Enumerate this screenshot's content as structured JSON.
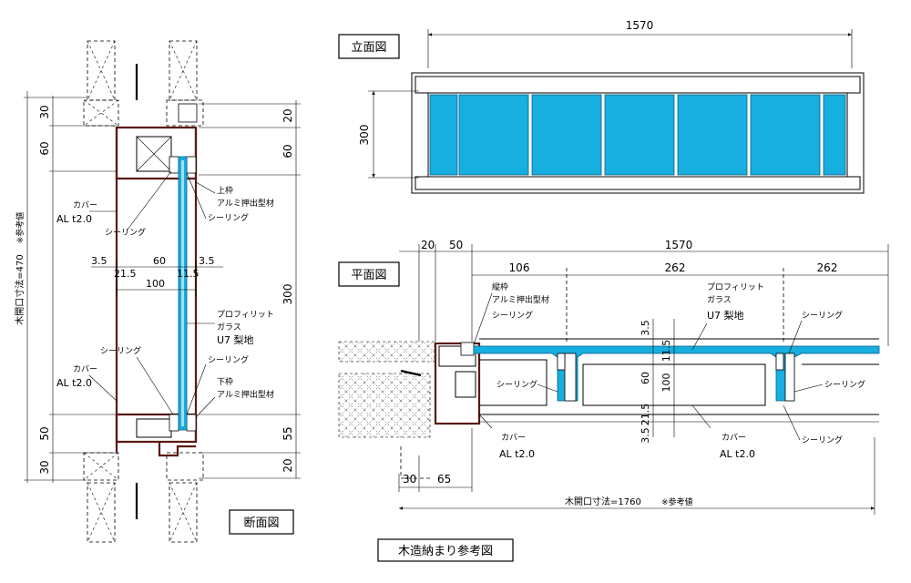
{
  "titles": {
    "elevation": "立面図",
    "plan": "平面図",
    "section": "断面図",
    "main": "木造納まり参考図"
  },
  "elevation": {
    "width_dim": "1570",
    "height_dim": "300"
  },
  "section": {
    "dims_right": [
      "20",
      "60",
      "300",
      "55",
      "20"
    ],
    "dims_left": [
      "30",
      "60",
      "50",
      "30"
    ],
    "opening_label": "木開口寸法=470",
    "ref_note": "※参考値",
    "mid_dims": [
      "3.5",
      "21.5",
      "60",
      "11.5",
      "3.5"
    ],
    "width_100": "100",
    "labels": {
      "cover_top": "カバー",
      "cover_top_al": "AL t2.0",
      "sealing_1": "シーリング",
      "upper_frame": "上枠",
      "upper_frame_al": "アルミ押出型材",
      "sealing_2": "シーリング",
      "profilit": "プロフィリット",
      "glass": "ガラス",
      "u7": "U7 梨地",
      "sealing_3": "シーリング",
      "cover_bottom": "カバー",
      "cover_bottom_al": "AL t2.0",
      "sealing_4": "シーリング",
      "lower_frame": "下枠",
      "lower_frame_al": "アルミ押出型材"
    }
  },
  "plan": {
    "dims_top": [
      "20",
      "50",
      "1570"
    ],
    "dims_second": [
      "106",
      "262",
      "262"
    ],
    "dims_vertical": [
      "3.5",
      "11.5",
      "60",
      "100",
      "21.5",
      "3.5"
    ],
    "dims_bottom": [
      "30",
      "65"
    ],
    "opening_label": "木開口寸法=1760",
    "ref_note": "※参考値",
    "labels": {
      "jamb": "縦枠",
      "jamb_al": "アルミ押出型材",
      "sealing_1": "シーリング",
      "profilit": "プロフィリット",
      "glass": "ガラス",
      "u7": "U7 梨地",
      "sealing_right": "シーリング",
      "sealing_2": "シーリング",
      "sealing_3": "シーリング",
      "sealing_4": "シーリング",
      "cover": "カバー",
      "cover_al": "AL t2.0",
      "cover2": "カバー",
      "cover2_al": "AL t2.0"
    }
  },
  "colors": {
    "glass": "#17aee0",
    "frame": "#5a1a12"
  }
}
